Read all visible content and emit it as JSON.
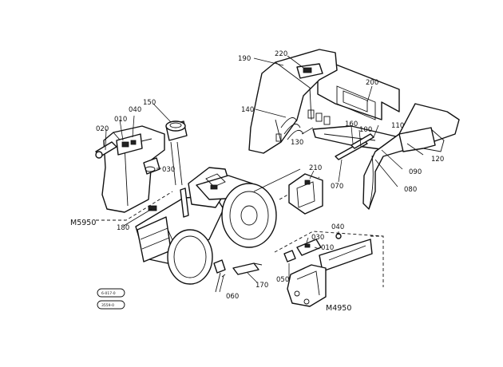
{
  "callouts": {
    "c190": "190",
    "c220": "220",
    "c200": "200",
    "c140": "140",
    "c130": "130",
    "c160": "160",
    "c100": "100",
    "c110": "110",
    "c120": "120",
    "c090": "090",
    "c080_right": "080",
    "c070": "070",
    "c150": "150",
    "c010_left": "010",
    "c040_left": "040",
    "c020": "020",
    "c030_left": "030",
    "c210": "210",
    "c180": "180",
    "c060": "060",
    "c170": "170",
    "c030_right": "030",
    "c040_right": "040",
    "c010_right": "010",
    "c050": "050"
  },
  "model_labels": {
    "left": "M5950",
    "right": "M4950"
  },
  "stamps": {
    "top": "6-017-0",
    "bottom": "3559-0"
  }
}
